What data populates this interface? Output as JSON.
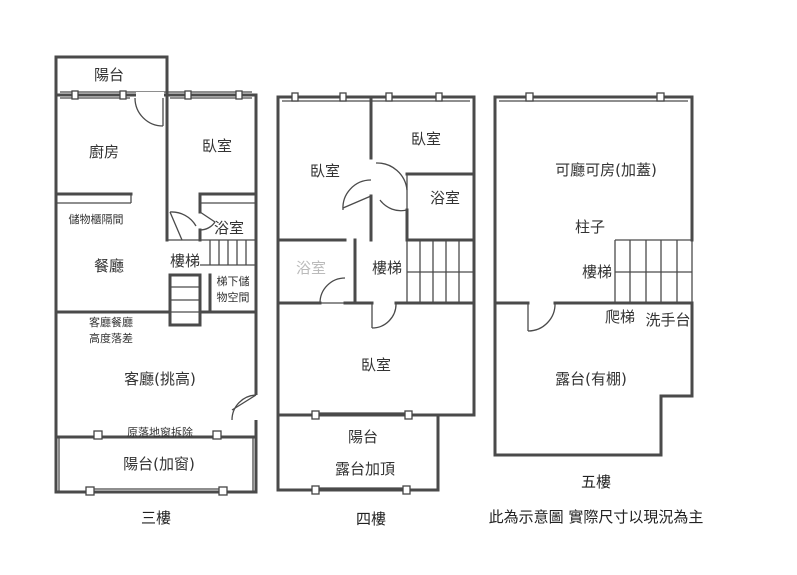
{
  "floors": {
    "third": {
      "caption": "三樓",
      "rooms": {
        "balcony_top": "陽台",
        "kitchen": "廚房",
        "bedroom": "臥室",
        "storage_loft": "儲物櫃隔間",
        "bath": "浴室",
        "dining": "餐廳",
        "stairs": "樓梯",
        "under_stair_line1": "梯下儲",
        "under_stair_line2": "物空間",
        "ceiling_line1": "客廳餐廳",
        "ceiling_line2": "高度落差",
        "living": "客廳(挑高)",
        "window_note": "原落地窗拆除",
        "balcony_bottom": "陽台(加窗)"
      }
    },
    "fourth": {
      "caption": "四樓",
      "rooms": {
        "bedroom_left": "臥室",
        "bedroom_right": "臥室",
        "bath_right": "浴室",
        "bath_left": "浴室",
        "stairs": "樓梯",
        "bedroom_main": "臥室",
        "balcony": "陽台",
        "terrace_roof": "露台加頂"
      }
    },
    "fifth": {
      "caption": "五樓",
      "rooms": {
        "multi_room": "可廳可房(加蓋)",
        "pillar": "柱子",
        "stairs": "樓梯",
        "ladder": "爬梯",
        "sink": "洗手台",
        "terrace": "露台(有棚)"
      }
    }
  },
  "disclaimer": "此為示意圖 實際尺寸以現況為主"
}
